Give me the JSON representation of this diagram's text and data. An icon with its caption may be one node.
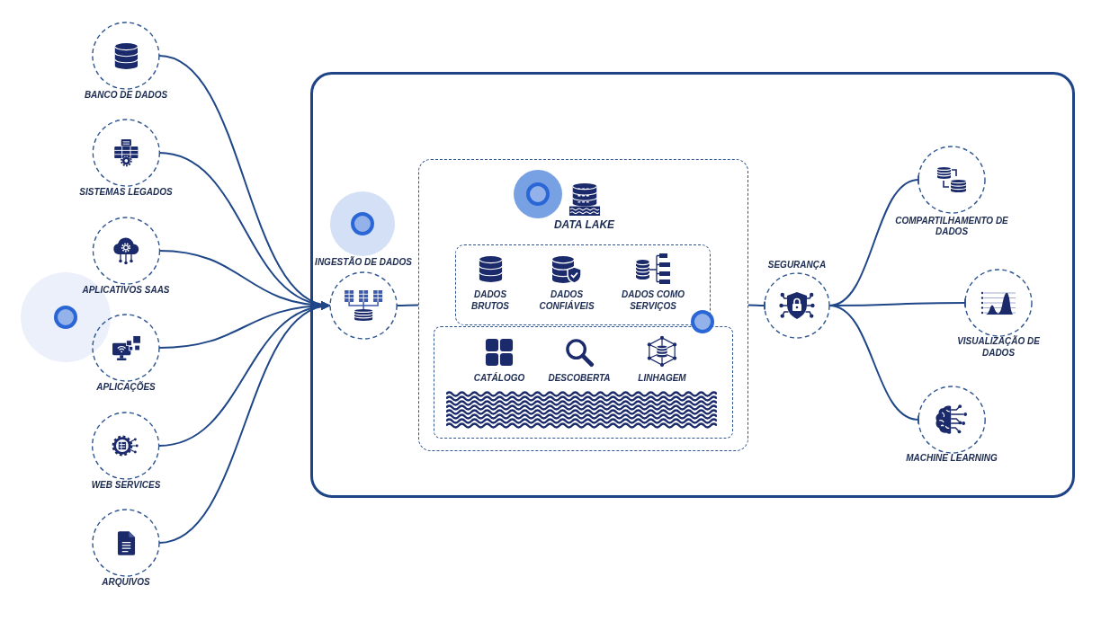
{
  "diagram": {
    "nodes": [
      {
        "text": [
          "BANCO DE DADOS"
        ]
      },
      {
        "text": [
          "SISTEMAS LEGADOS"
        ]
      },
      {
        "text": [
          "APLICATIVOS SAAS"
        ]
      },
      {
        "text": [
          "APLICAÇÕES"
        ]
      },
      {
        "text": [
          "WEB SERVICES"
        ]
      },
      {
        "text": [
          "ARQUIVOS"
        ]
      },
      {
        "text": [],
        "shape": "box"
      },
      {
        "text": [
          "INGESTÃO DE DADOS"
        ],
        "in": 6
      },
      {
        "text": [
          "DATA LAKE"
        ],
        "in": 6
      },
      {
        "text": [
          "DADOS BRUTOS",
          "DADOS CONFIÁVEIS",
          "DADOS COMO SERVIÇOS"
        ],
        "in": 8
      },
      {
        "text": [
          "CATÁLOGO",
          "DESCOBERTA",
          "LINHAGEM"
        ],
        "in": 8
      },
      {
        "text": [
          "SEGURANÇA"
        ],
        "in": 6
      },
      {
        "text": [
          "COMPARTILHAMENTO DE DADOS"
        ],
        "in": 6
      },
      {
        "text": [
          "VISUALIZAÇÃO DE DADOS"
        ],
        "in": 6
      },
      {
        "text": [
          "MACHINE LEARNING"
        ],
        "in": 6
      }
    ],
    "edges": [
      {
        "from": 0,
        "to": 7,
        "arrow": "to"
      },
      {
        "from": 1,
        "to": 7,
        "arrow": "to"
      },
      {
        "from": 2,
        "to": 7,
        "arrow": "to"
      },
      {
        "from": 3,
        "to": 7,
        "arrow": "to"
      },
      {
        "from": 4,
        "to": 7,
        "arrow": "to"
      },
      {
        "from": 5,
        "to": 7,
        "arrow": "to"
      },
      {
        "from": 7,
        "to": 8,
        "arrow": "none"
      },
      {
        "from": 8,
        "to": 11,
        "arrow": "other"
      },
      {
        "from": 11,
        "to": 12,
        "arrow": "other"
      },
      {
        "from": 11,
        "to": 13,
        "arrow": "other"
      },
      {
        "from": 11,
        "to": 14,
        "arrow": "other"
      }
    ]
  }
}
